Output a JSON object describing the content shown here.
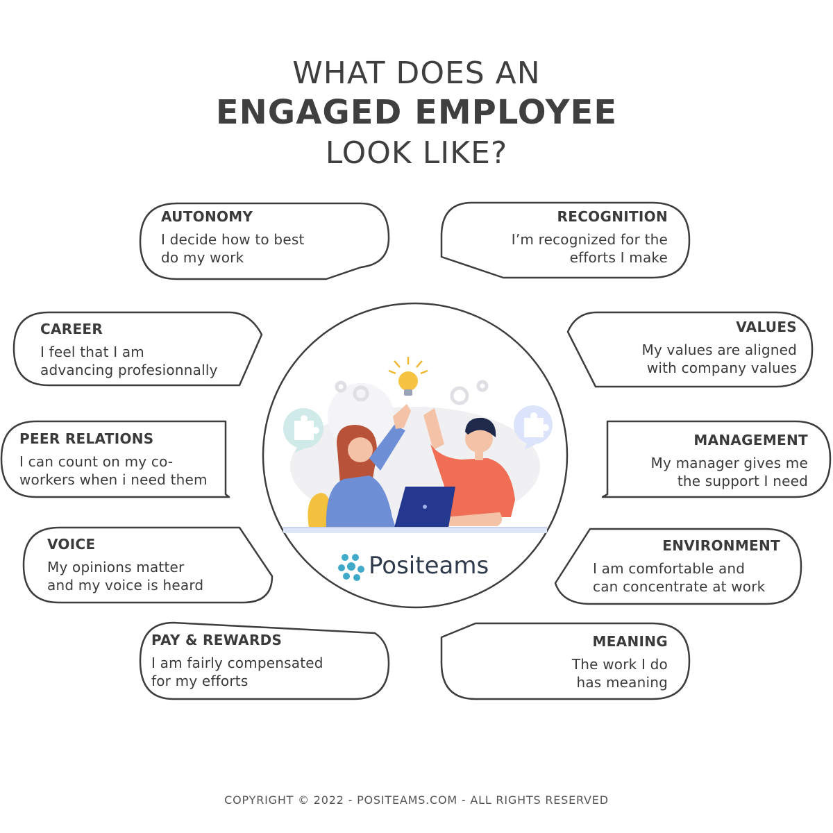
{
  "title": {
    "line1": "WHAT DOES AN",
    "line2": "ENGAGED EMPLOYEE",
    "line3": "LOOK LIKE?"
  },
  "cards": [
    {
      "id": "autonomy",
      "title": "AUTONOMY",
      "line1": "I decide how to best",
      "line2": "do my work"
    },
    {
      "id": "recognition",
      "title": "RECOGNITION",
      "line1": "I’m recognized for the",
      "line2": "efforts I make"
    },
    {
      "id": "career",
      "title": "CAREER",
      "line1": "I feel that I am",
      "line2": "advancing profesionnally"
    },
    {
      "id": "values",
      "title": "VALUES",
      "line1": "My values are aligned",
      "line2": "with company values"
    },
    {
      "id": "peer",
      "title": "PEER RELATIONS",
      "line1": "I can count on my co-",
      "line2": "workers when i need them"
    },
    {
      "id": "management",
      "title": "MANAGEMENT",
      "line1": "My manager gives me",
      "line2": "the support I need"
    },
    {
      "id": "voice",
      "title": "VOICE",
      "line1": "My opinions matter",
      "line2": "and my voice is heard"
    },
    {
      "id": "environment",
      "title": "ENVIRONMENT",
      "line1": "I am comfortable and",
      "line2": "can concentrate at work"
    },
    {
      "id": "pay",
      "title": "PAY & REWARDS",
      "line1": "I am fairly compensated",
      "line2": "for my efforts"
    },
    {
      "id": "meaning",
      "title": "MEANING",
      "line1": "The work I do",
      "line2": "has meaning"
    }
  ],
  "logo": {
    "name": "Positeams"
  },
  "footer": "COPYRIGHT © 2022 - POSITEAMS.COM - ALL RIGHTS RESERVED",
  "colors": {
    "outline": "#3d3d3d",
    "woman_shirt": "#6e8fd6",
    "man_shirt": "#ef6e55",
    "hair_woman": "#b8533a",
    "hair_man": "#1f2a4a",
    "laptop": "#24388f",
    "bulb": "#f6c343",
    "logo_accent": "#3fa9c9"
  }
}
